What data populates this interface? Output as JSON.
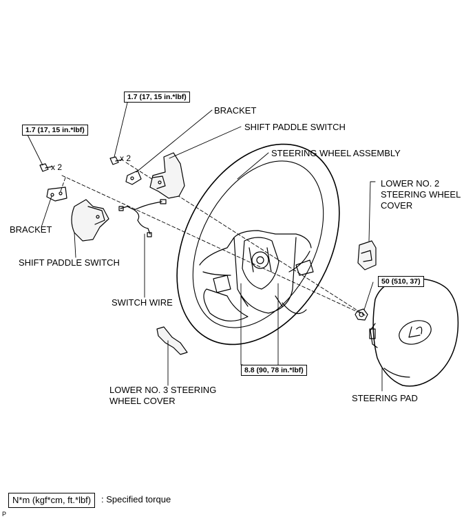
{
  "labels": {
    "bracket_right": "BRACKET",
    "shift_paddle_switch_right": "SHIFT PADDLE SWITCH",
    "steering_wheel_assembly": "STEERING WHEEL ASSEMBLY",
    "lower_no2_cover": "LOWER NO. 2 STEERING WHEEL COVER",
    "bracket_left": "BRACKET",
    "shift_paddle_switch_left": "SHIFT PADDLE SWITCH",
    "switch_wire": "SWITCH WIRE",
    "lower_no3_cover": "LOWER NO. 3 STEERING WHEEL COVER",
    "steering_pad": "STEERING PAD"
  },
  "torques": {
    "bracket_left": "1.7 (17, 15 in.*lbf)",
    "bracket_right": "1.7 (17, 15 in.*lbf)",
    "pad_nut": "50 (510, 37)",
    "wheel_screws": "8.8 (90, 78 in.*lbf)"
  },
  "quantities": {
    "left": "x 2",
    "right": "x 2"
  },
  "legend": {
    "unit": "N*m (kgf*cm, ft.*lbf)",
    "description": ": Specified torque"
  },
  "figure_code": "P"
}
